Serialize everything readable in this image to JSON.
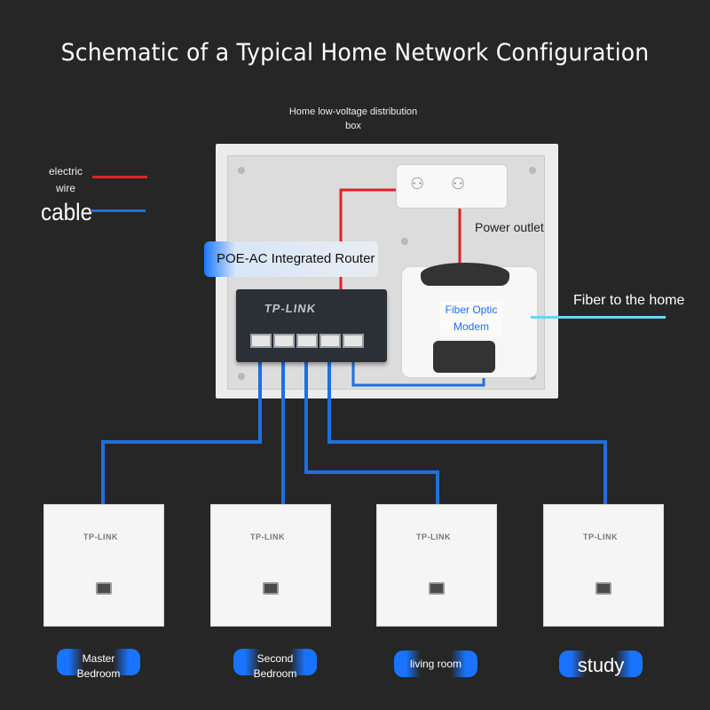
{
  "title": "Schematic of a Typical Home Network Configuration",
  "distribution_box": {
    "label_line1": "Home low-voltage distribution",
    "label_line2": "box"
  },
  "legend": {
    "electric_line1": "electric",
    "electric_line2": "wire",
    "cable": "cable",
    "electric_color": "#e0202a",
    "cable_color": "#1e6fe0"
  },
  "components": {
    "power_outlet": "Power outlet",
    "router": "POE-AC Integrated Router",
    "router_brand": "TP-LINK",
    "modem_line1": "Fiber Optic",
    "modem_line2": "Modem",
    "fiber": "Fiber to the home",
    "fiber_color": "#67d8ee"
  },
  "panels": [
    {
      "brand": "TP-LINK",
      "room_line1": "Master",
      "room_line2": "Bedroom"
    },
    {
      "brand": "TP-LINK",
      "room_line1": "Second",
      "room_line2": "Bedroom"
    },
    {
      "brand": "TP-LINK",
      "room_line1": "living room",
      "room_line2": ""
    },
    {
      "brand": "TP-LINK",
      "room_line1": "study",
      "room_line2": ""
    }
  ]
}
